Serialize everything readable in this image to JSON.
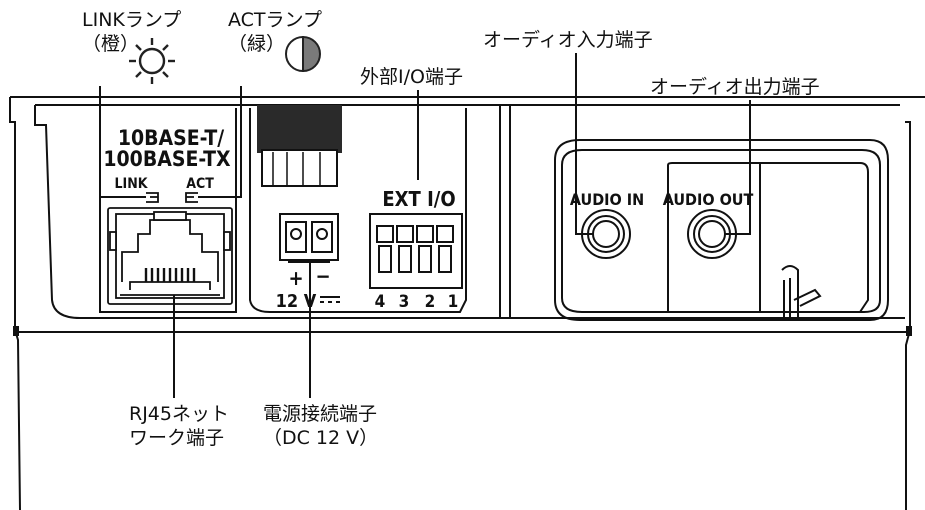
{
  "callouts": {
    "link_lamp": {
      "title": "LINKランプ",
      "color": "（橙）"
    },
    "act_lamp": {
      "title": "ACTランプ",
      "color": "（緑）"
    },
    "ext_io": "外部I/O端子",
    "audio_in": "オーディオ入力端子",
    "audio_out": "オーディオ出力端子",
    "rj45": {
      "line1": "RJ45ネット",
      "line2": "ワーク端子"
    },
    "power": {
      "line1": "電源接続端子",
      "line2": "（DC 12 V）"
    }
  },
  "panel": {
    "network_label_1": "10BASE-T/",
    "network_label_2": "100BASE-TX",
    "link": "LINK",
    "act": "ACT",
    "ext_io": "EXT I/O",
    "ext_pins": [
      "4",
      "3",
      "2",
      "1"
    ],
    "power_plus": "+",
    "power_minus": "−",
    "power_voltage": "12 V",
    "audio_in": "AUDIO IN",
    "audio_out": "AUDIO OUT"
  },
  "icons": {
    "link_lamp": "sun-icon",
    "act_lamp": "half-circle-icon"
  }
}
